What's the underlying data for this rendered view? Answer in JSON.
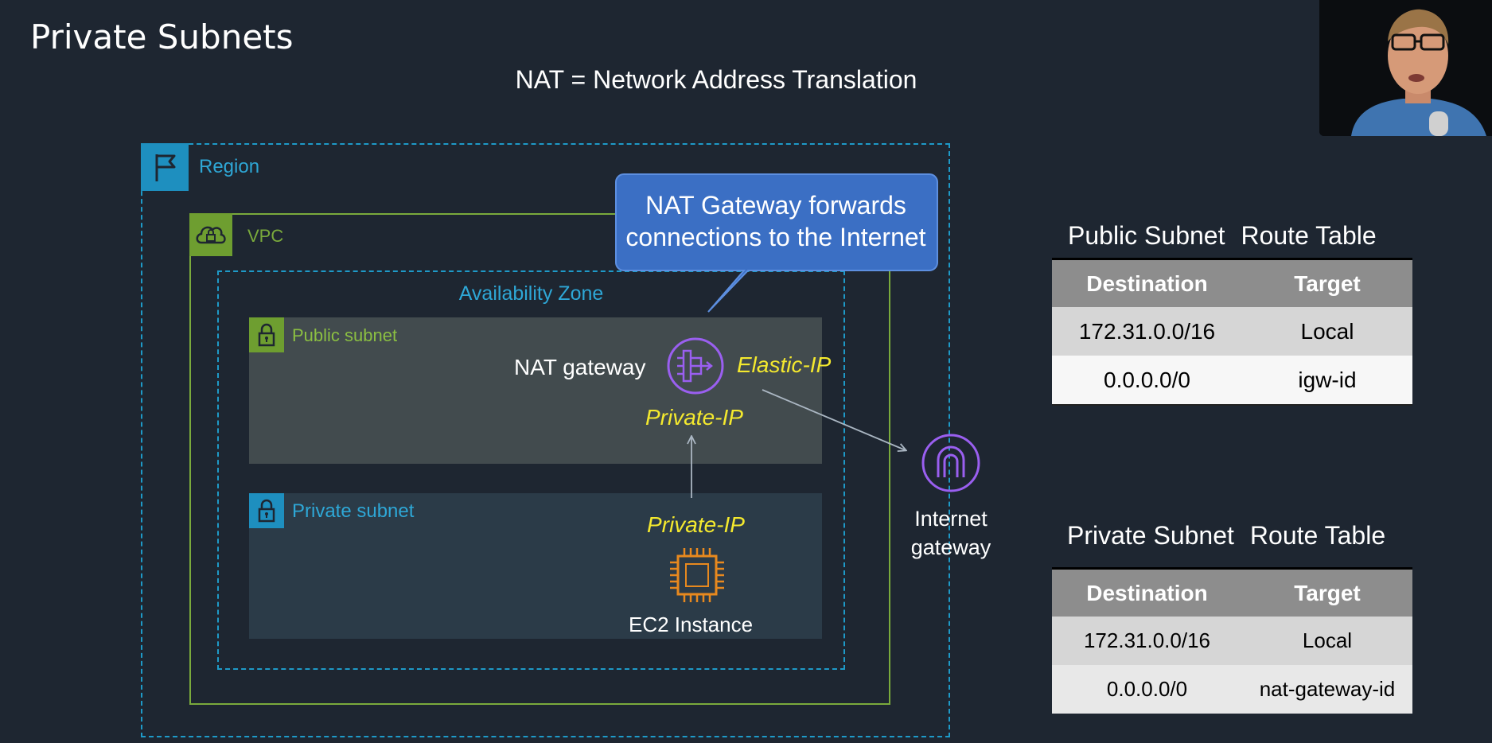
{
  "slide": {
    "title": "Private Subnets",
    "subtitle": "NAT = Network Address Translation"
  },
  "diagram": {
    "region_label": "Region",
    "vpc_label": "VPC",
    "az_label": "Availability Zone",
    "public_subnet_label": "Public subnet",
    "private_subnet_label": "Private subnet",
    "nat_gateway_label": "NAT gateway",
    "elastic_ip_label": "Elastic-IP",
    "nat_private_ip_label": "Private-IP",
    "ec2_private_ip_label": "Private-IP",
    "ec2_label": "EC2 Instance",
    "igw_label_line1": "Internet",
    "igw_label_line2": "gateway",
    "callout_line1": "NAT Gateway forwards",
    "callout_line2": "connections to the Internet"
  },
  "public_route_table": {
    "caption_left": "Public Subnet",
    "caption_right": "Route Table",
    "headers": [
      "Destination",
      "Target"
    ],
    "rows": [
      [
        "172.31.0.0/16",
        "Local"
      ],
      [
        "0.0.0.0/0",
        "igw-id"
      ]
    ]
  },
  "private_route_table": {
    "caption_left": "Private Subnet",
    "caption_right": "Route Table",
    "headers": [
      "Destination",
      "Target"
    ],
    "rows": [
      [
        "172.31.0.0/16",
        "Local"
      ],
      [
        "0.0.0.0/0",
        "nat-gateway-id"
      ]
    ]
  },
  "colors": {
    "background": "#1e2631",
    "region_accent": "#1e9ac8",
    "vpc_accent": "#7aaa3c",
    "ip_label": "#f4e92e",
    "nat_icon": "#9a5ff0",
    "ec2_icon": "#e8891e",
    "callout": "#3b6fc4"
  },
  "icons": {
    "region": "flag-icon",
    "vpc": "cloud-lock-icon",
    "public_subnet": "lock-icon",
    "private_subnet": "lock-icon",
    "nat_gateway": "nat-gateway-icon",
    "ec2": "chip-icon",
    "internet_gateway": "internet-gateway-icon"
  }
}
